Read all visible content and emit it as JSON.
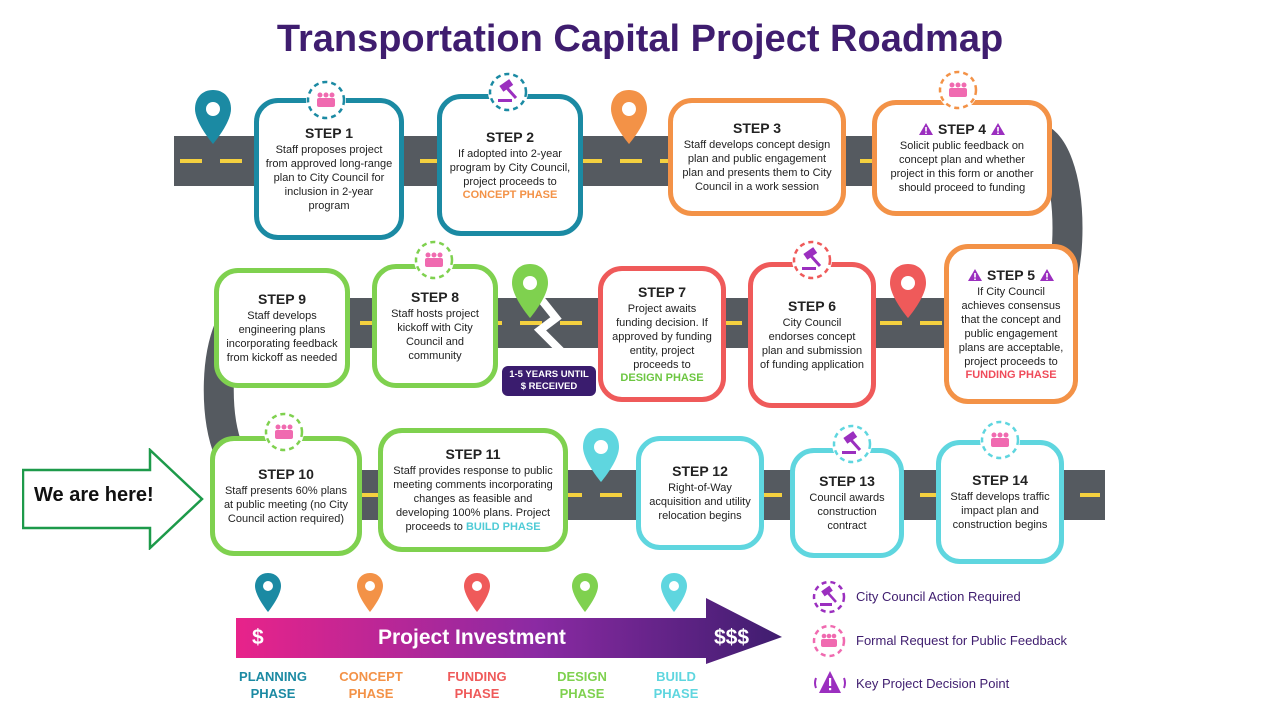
{
  "title": "Transportation Capital Project Roadmap",
  "steps": [
    {
      "id": "1",
      "head": "STEP 1",
      "body": "Staff proposes project from approved long-range plan to City Council for inclusion in 2-year program",
      "phase": "",
      "color": "teal",
      "badge": "public"
    },
    {
      "id": "2",
      "head": "STEP 2",
      "body": "If adopted into 2-year program by City Council, project proceeds to",
      "phase": "CONCEPT PHASE",
      "phase_class": "c-concept",
      "color": "teal",
      "badge": "council"
    },
    {
      "id": "3",
      "head": "STEP 3",
      "body": "Staff develops concept design plan and public engagement plan and presents them to City Council in a work session",
      "phase": "",
      "color": "orange",
      "badge": ""
    },
    {
      "id": "4",
      "head": "STEP 4",
      "body": "Solicit public feedback on concept plan and whether project in this form or another should proceed to funding",
      "phase": "",
      "color": "orange",
      "badge": "public",
      "decision": true
    },
    {
      "id": "5",
      "head": "STEP 5",
      "body": "If City Council achieves consensus that the concept and public engagement plans are acceptable, project proceeds to",
      "phase": "FUNDING PHASE",
      "phase_class": "c-funding",
      "color": "orange",
      "badge": "",
      "decision": true
    },
    {
      "id": "6",
      "head": "STEP 6",
      "body": "City Council endorses concept plan and submission of funding application",
      "phase": "",
      "color": "red",
      "badge": "council"
    },
    {
      "id": "7",
      "head": "STEP 7",
      "body": "Project awaits funding decision. If approved by funding entity, project proceeds to",
      "phase": "DESIGN PHASE",
      "phase_class": "c-design",
      "color": "red",
      "badge": ""
    },
    {
      "id": "8",
      "head": "STEP 8",
      "body": "Staff hosts project kickoff with City Council and community",
      "phase": "",
      "color": "green",
      "badge": "public"
    },
    {
      "id": "9",
      "head": "STEP 9",
      "body": "Staff develops engineering plans incorporating feedback from kickoff as needed",
      "phase": "",
      "color": "green",
      "badge": ""
    },
    {
      "id": "10",
      "head": "STEP 10",
      "body": "Staff presents 60% plans at public meeting (no City Council action required)",
      "phase": "",
      "color": "green",
      "badge": "public"
    },
    {
      "id": "11",
      "head": "STEP 11",
      "body": "Staff provides response to public meeting comments incorporating changes as feasible and developing 100% plans. Project proceeds to",
      "phase": "BUILD PHASE",
      "phase_class": "c-build",
      "color": "green",
      "badge": ""
    },
    {
      "id": "12",
      "head": "STEP 12",
      "body": "Right-of-Way acquisition and utility relocation begins",
      "phase": "",
      "color": "cyan",
      "badge": ""
    },
    {
      "id": "13",
      "head": "STEP 13",
      "body": "Council awards construction contract",
      "phase": "",
      "color": "cyan",
      "badge": "council"
    },
    {
      "id": "14",
      "head": "STEP 14",
      "body": "Staff develops traffic impact plan and construction begins",
      "phase": "",
      "color": "cyan",
      "badge": "public"
    }
  ],
  "years_note": {
    "line1": "1-5 YEARS UNTIL",
    "line2": "$ RECEIVED"
  },
  "here_label": "We are here!",
  "investment": {
    "label": "Project Investment",
    "low": "$",
    "high": "$$$"
  },
  "phases": [
    {
      "line1": "PLANNING",
      "line2": "PHASE",
      "color": "#1b8aa3"
    },
    {
      "line1": "CONCEPT",
      "line2": "PHASE",
      "color": "#f39247"
    },
    {
      "line1": "FUNDING",
      "line2": "PHASE",
      "color": "#ef5a5a"
    },
    {
      "line1": "DESIGN",
      "line2": "PHASE",
      "color": "#7fd14f"
    },
    {
      "line1": "BUILD",
      "line2": "PHASE",
      "color": "#5fd6df"
    }
  ],
  "legend": [
    {
      "icon": "council",
      "text": "City Council Action Required"
    },
    {
      "icon": "public",
      "text": "Formal Request for Public Feedback"
    },
    {
      "icon": "decision",
      "text": "Key Project Decision Point"
    }
  ],
  "colors": {
    "title": "#3f1d6f",
    "teal": "#1b8aa3",
    "orange": "#f39247",
    "red": "#ef5a5a",
    "green": "#7fd14f",
    "cyan": "#5fd6df",
    "council": "#9b2fbf",
    "public": "#f06ab0"
  }
}
